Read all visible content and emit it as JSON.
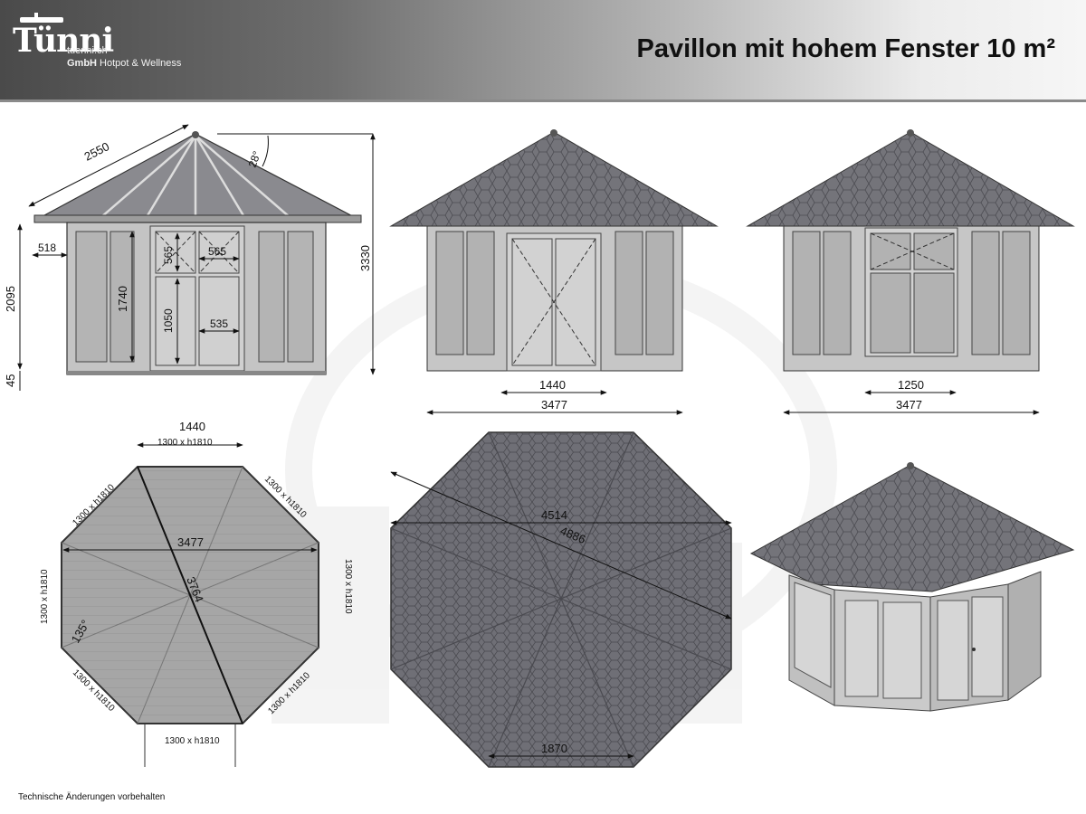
{
  "header": {
    "logo": {
      "wordmark": "Tünni",
      "line1": "tuenni.ch",
      "line2_bold": "GmbH",
      "line2_rest": " Hotpot & Wellness"
    },
    "title": "Pavillon mit hohem Fenster 10 m²"
  },
  "front_view": {
    "dims": {
      "width": "2550",
      "angle": "28°",
      "total_height": "3330",
      "wall_height": "2095",
      "base": "45",
      "eave": "518",
      "window_height": "1740",
      "door_glass_top": "565",
      "door_glass_top_w": "565",
      "door_glass_lower": "1050",
      "door_panel_w": "535"
    }
  },
  "side_view_door": {
    "dims": {
      "opening": "1440",
      "width": "3477"
    }
  },
  "side_view_window": {
    "dims": {
      "opening": "1250",
      "width": "3477"
    }
  },
  "floor_plan": {
    "dims": {
      "top_opening": "1440",
      "across_flats": "3477",
      "diagonal": "3764",
      "angle": "135°"
    },
    "window_label": "1300 x h1810",
    "door_label": "1300 x h1810"
  },
  "roof_plan": {
    "dims": {
      "span": "4514",
      "diagonal": "4886",
      "edge": "1870"
    }
  },
  "footer": {
    "note": "Technische Änderungen vorbehalten"
  },
  "colors": {
    "roof": "#6c6c72",
    "wall": "#c9c9c9",
    "frame": "#555555",
    "header_dark": "#4a4a4a"
  }
}
